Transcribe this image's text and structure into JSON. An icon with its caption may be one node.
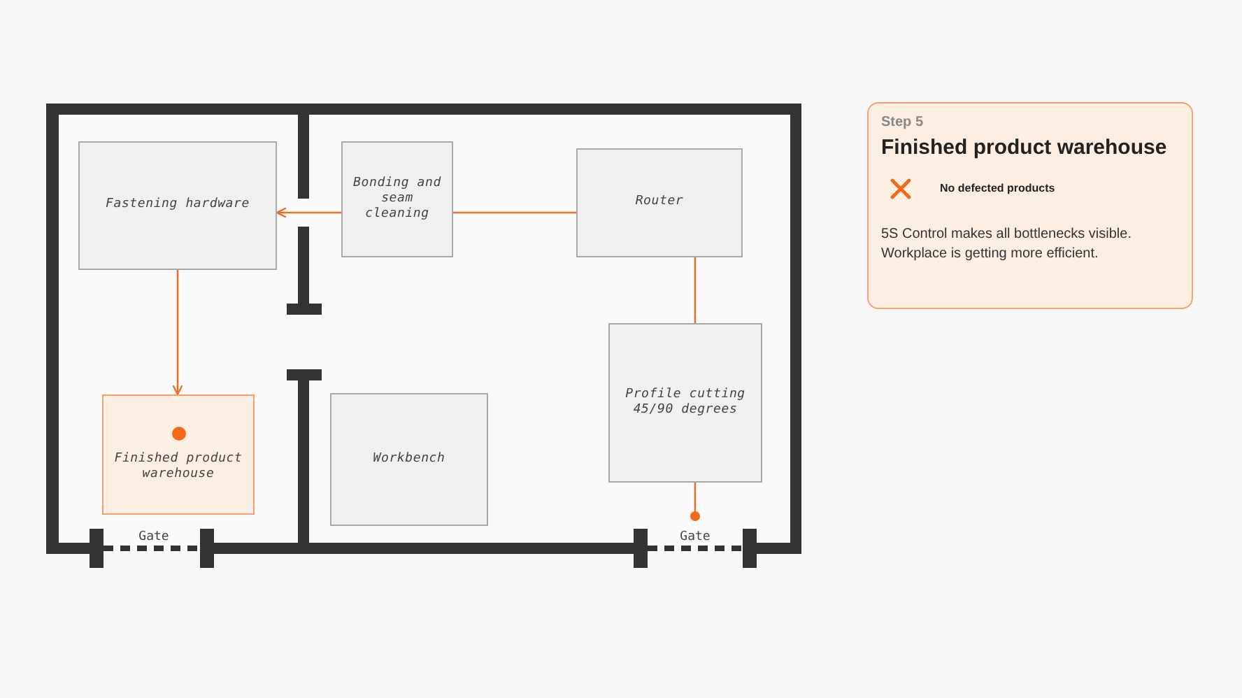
{
  "diagram": {
    "nodes": [
      {
        "text": [
          "Fastening hardware"
        ]
      },
      {
        "text": [
          "Bonding and seam cleaning"
        ]
      },
      {
        "text": [
          "Router"
        ]
      },
      {
        "text": [
          "Profile cutting 45/90 degrees"
        ]
      },
      {
        "text": [
          "Workbench"
        ]
      },
      {
        "text": [
          "Finished product warehouse"
        ]
      },
      {
        "text": [
          "Gate"
        ]
      },
      {
        "text": [
          "Gate"
        ]
      },
      {
        "text": [
          "Step 5",
          "Finished product warehouse",
          "No defected products",
          "5S Control makes all bottlenecks visible. Workplace is getting more efficient."
        ]
      }
    ],
    "edges": [
      {
        "from": 3,
        "to": 7,
        "arrow": "other"
      },
      {
        "from": 3,
        "to": 2,
        "arrow": "none"
      },
      {
        "from": 2,
        "to": 1,
        "arrow": "none"
      },
      {
        "from": 1,
        "to": 0,
        "arrow": "to"
      },
      {
        "from": 0,
        "to": 5,
        "arrow": "to"
      }
    ]
  }
}
